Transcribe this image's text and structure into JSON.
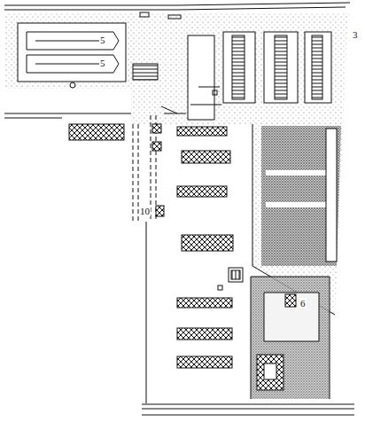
{
  "diagram": {
    "labels": [
      "5",
      "5",
      "3",
      "10",
      "6"
    ]
  }
}
